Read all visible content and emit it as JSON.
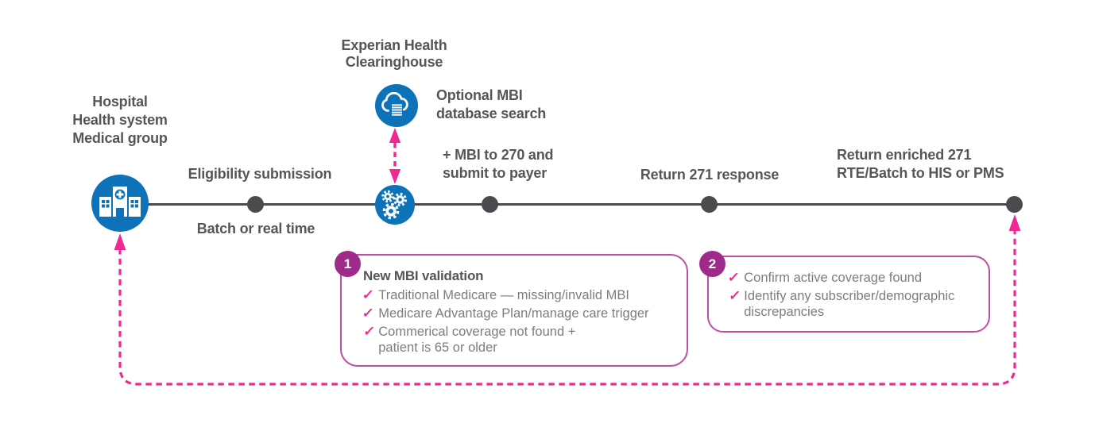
{
  "palette": {
    "node_blue": "#0d72b7",
    "arrow_pink": "#ee2a92",
    "badge_purple": "#9e2b8a",
    "callout_border": "#bf4da6",
    "timeline_gray": "#4a4b4f",
    "heading_gray": "#55565a",
    "body_gray": "#7c7d80"
  },
  "icons": {
    "check_glyph": "✓",
    "source": "hospital-building-icon",
    "clearinghouse": "cloud-database-icon",
    "processing": "gears-icon"
  },
  "source": {
    "line1": "Hospital",
    "line2": "Health system",
    "line3": "Medical group"
  },
  "clearinghouse": {
    "title_line1": "Experian Health",
    "title_line2": "Clearinghouse",
    "note_line1": "Optional MBI",
    "note_line2": "database search"
  },
  "steps": {
    "step1_top": "Eligibility submission",
    "step1_bottom": "Batch or real time",
    "step2_line1": "+ MBI to 270 and",
    "step2_line2": "submit to payer",
    "step3": "Return 271 response",
    "step4_line1": "Return enriched 271",
    "step4_line2": "RTE/Batch to HIS or PMS"
  },
  "callouts": {
    "box1": {
      "number": "1",
      "title": "New MBI validation",
      "item1": "Traditional Medicare — missing/invalid MBI",
      "item2": "Medicare Advantage Plan/manage care trigger",
      "item3_line1": "Commerical coverage not found +",
      "item3_line2": "patient is 65 or older"
    },
    "box2": {
      "number": "2",
      "item1": "Confirm active coverage found",
      "item2_line1": "Identify any subscriber/demographic",
      "item2_line2": "discrepancies"
    }
  }
}
